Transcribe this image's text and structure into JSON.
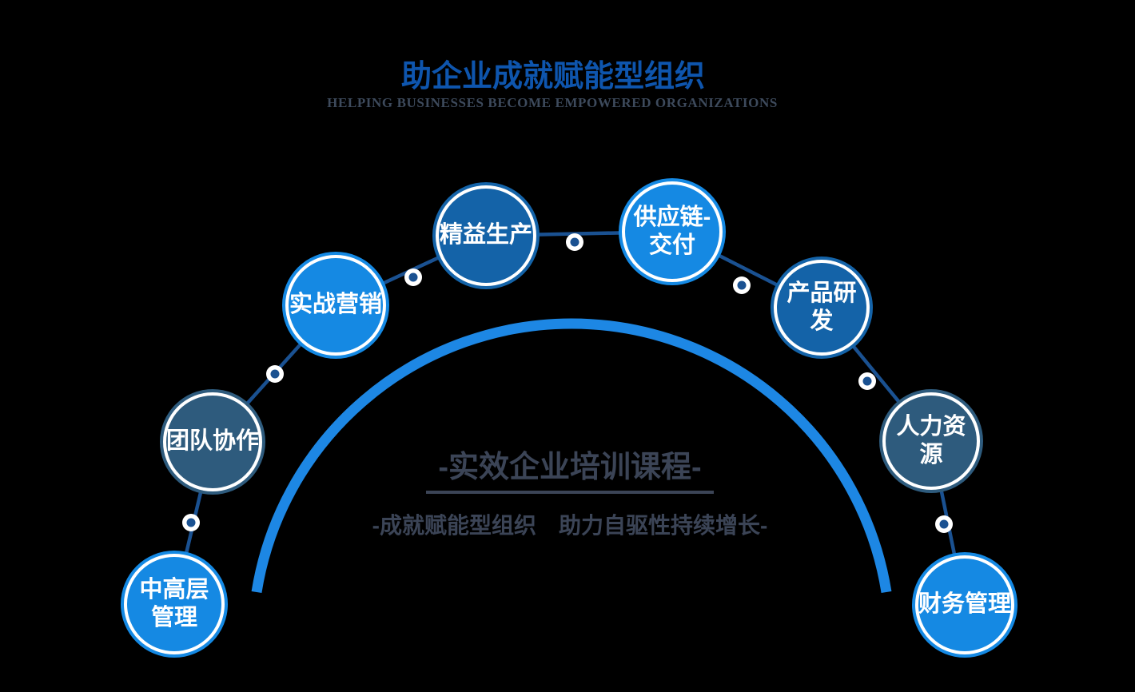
{
  "header": {
    "title": "助企业成就赋能型组织",
    "subtitle": "HELPING BUSINESSES BECOME EMPOWERED ORGANIZATIONS"
  },
  "center": {
    "heading": "-实效企业培训课程-",
    "tagline": "-成就赋能型组织　助力自驱性持续增长-"
  },
  "courses": [
    {
      "label": "中高层\n管理",
      "tone": "bright"
    },
    {
      "label": "团队协作",
      "tone": "slate"
    },
    {
      "label": "实战营销",
      "tone": "bright"
    },
    {
      "label": "精益生产",
      "tone": "medium"
    },
    {
      "label": "供应链-\n交付",
      "tone": "bright"
    },
    {
      "label": "产品研发",
      "tone": "medium"
    },
    {
      "label": "人力资源",
      "tone": "slate"
    },
    {
      "label": "财务管理",
      "tone": "bright"
    }
  ],
  "palette": {
    "bright": "#1589e3",
    "medium": "#1463a8",
    "slate": "#2e5b7d",
    "connector": "#1a5191",
    "arc": "#1d87e4",
    "title_blue": "#0e55ad",
    "subtitle_gray": "#3d4a5c",
    "center_dark": "#3b4456",
    "background": "#000000"
  }
}
